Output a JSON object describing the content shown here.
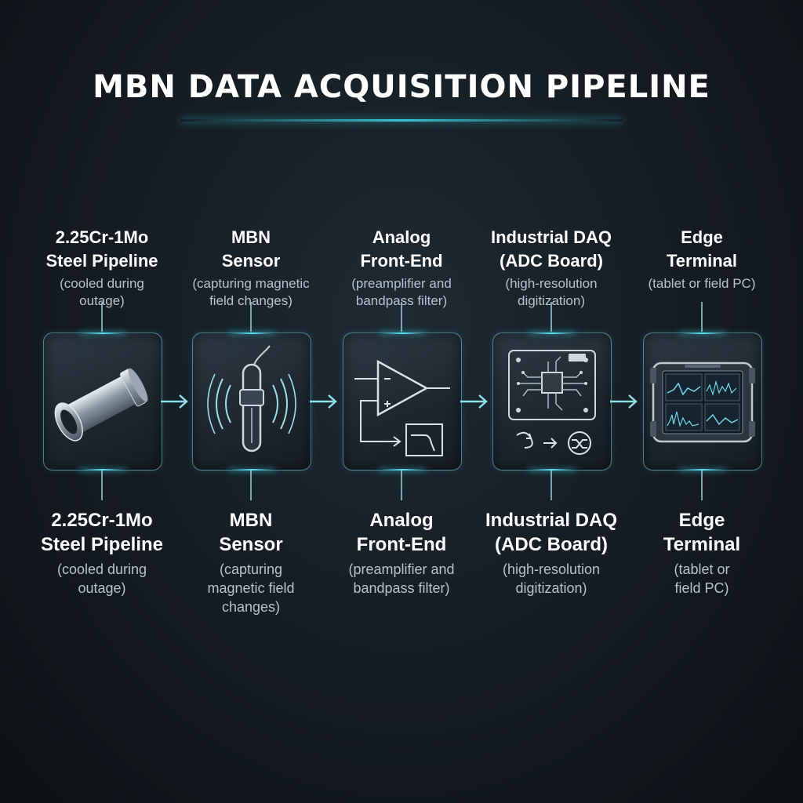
{
  "title": "MBN DATA ACQUISITION PIPELINE",
  "stages": [
    {
      "top_title": "2.25Cr-1Mo\nSteel Pipeline",
      "top_sub": "(cooled during\noutage)",
      "bottom_title": "2.25Cr-1Mo\nSteel Pipeline",
      "bottom_sub": "(cooled during\noutage)",
      "icon": "pipe-icon"
    },
    {
      "top_title": "MBN\nSensor",
      "top_sub": "(capturing magnetic\nfield changes)",
      "bottom_title": "MBN\nSensor",
      "bottom_sub": "(capturing\nmagnetic field\nchanges)",
      "icon": "sensor-probe-icon"
    },
    {
      "top_title": "Analog\nFront-End",
      "top_sub": "(preamplifier and\nbandpass filter)",
      "bottom_title": "Analog\nFront-End",
      "bottom_sub": "(preamplifier and\nbandpass filter)",
      "icon": "amplifier-filter-icon"
    },
    {
      "top_title": "Industrial DAQ\n(ADC Board)",
      "top_sub": "(high-resolution\ndigitization)",
      "bottom_title": "Industrial DAQ\n(ADC Board)",
      "bottom_sub": "(high-resolution\ndigitization)",
      "icon": "adc-board-icon"
    },
    {
      "top_title": "Edge\nTerminal",
      "top_sub": "(tablet or field PC)",
      "bottom_title": "Edge\nTerminal",
      "bottom_sub": "(tablet or\nfield PC)",
      "icon": "tablet-icon"
    }
  ],
  "colors": {
    "accent": "#3ed6e6",
    "text": "#ffffff",
    "subtext": "#b6c2cc",
    "background": "#141b21"
  }
}
